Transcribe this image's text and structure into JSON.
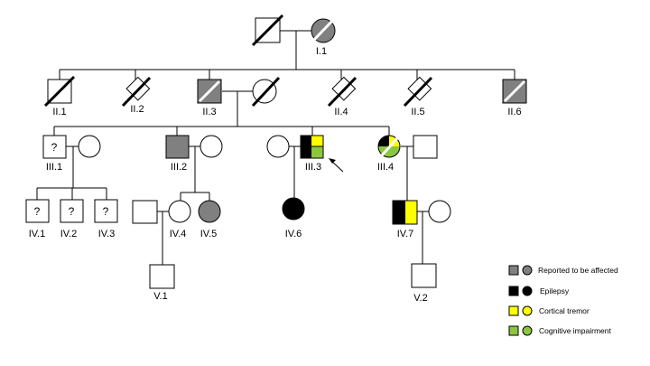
{
  "colors": {
    "affected": "#808080",
    "epilepsy": "#000000",
    "cortical_tremor": "#ffff00",
    "cognitive_impairment": "#8cc63f"
  },
  "individuals": {
    "I_1": "I.1",
    "II_1": "II.1",
    "II_2": "II.2",
    "II_3": "II.3",
    "II_4": "II.4",
    "II_5": "II.5",
    "II_6": "II.6",
    "III_1": "III.1",
    "III_2": "III.2",
    "III_3": "III.3",
    "III_4": "III.4",
    "IV_1": "IV.1",
    "IV_2": "IV.2",
    "IV_3": "IV.3",
    "IV_4": "IV.4",
    "IV_5": "IV.5",
    "IV_6": "IV.6",
    "IV_7": "IV.7",
    "V_1": "V.1",
    "V_2": "V.2"
  },
  "unknown_mark": "?",
  "legend": {
    "affected": "Reported to be affected",
    "epilepsy": "Epilepsy",
    "cortical_tremor": "Cortical tremor",
    "cognitive_impairment": "Cognitive impairment"
  }
}
